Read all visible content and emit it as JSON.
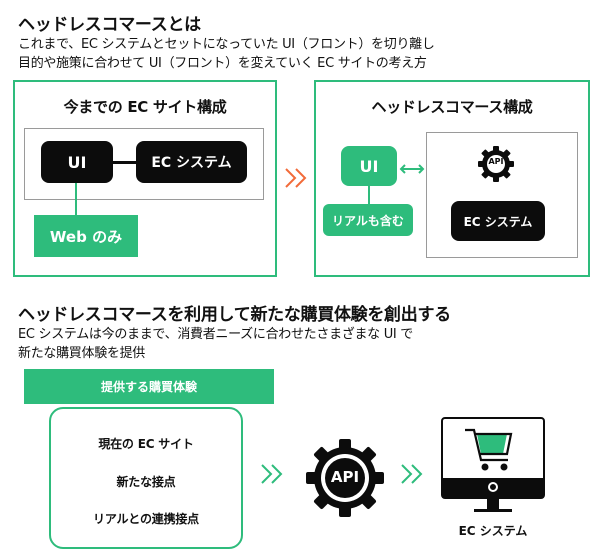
{
  "section1": {
    "title": "ヘッドレスコマースとは",
    "desc_line1": "これまで、EC システムとセットになっていた UI（フロント）を切り離し",
    "desc_line2": "目的や施策に合わせて UI（フロント）を変えていく EC サイトの考え方"
  },
  "current_panel": {
    "title": "今までの EC サイト構成",
    "ui_label": "UI",
    "ec_label": "EC システム",
    "web_label": "Web のみ"
  },
  "headless_panel": {
    "title": "ヘッドレスコマース構成",
    "ui_label": "UI",
    "real_label": "リアルも含む",
    "api_label": "API",
    "ec_label": "EC システム"
  },
  "section2": {
    "title": "ヘッドレスコマースを利用して新たな購買体験を創出する",
    "desc_line1": "EC システムは今のままで、消費者ニーズに合わせたさまざまな UI で",
    "desc_line2": "新たな購買体験を提供"
  },
  "experience": {
    "banner": "提供する購買体験",
    "items": [
      "現在の EC サイト",
      "新たな接点",
      "リアルとの連携接点"
    ]
  },
  "bottom": {
    "api_label": "API",
    "ec_label": "EC システム"
  },
  "colors": {
    "accent_green": "#2ebc7c",
    "arrow_orange": "#f26b3a",
    "black": "#0c0c0c"
  }
}
